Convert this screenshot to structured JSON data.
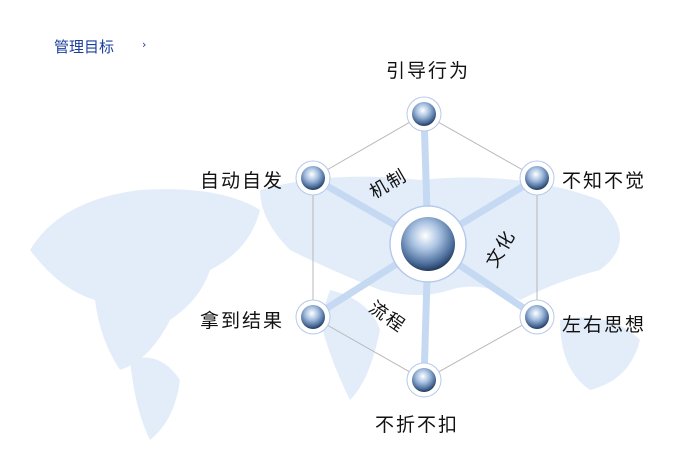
{
  "header": {
    "title": "管理目标",
    "arrow": "›"
  },
  "diagram": {
    "nodes": [
      {
        "id": "top",
        "label": "引导行为"
      },
      {
        "id": "upper-right",
        "label": "不知不觉"
      },
      {
        "id": "lower-right",
        "label": "左右思想"
      },
      {
        "id": "bottom",
        "label": "不折不扣"
      },
      {
        "id": "lower-left",
        "label": "拿到结果"
      },
      {
        "id": "upper-left",
        "label": "自动自发"
      }
    ],
    "spokes": [
      {
        "label": "机制"
      },
      {
        "label": "文化"
      },
      {
        "label": "流程"
      }
    ],
    "colors": {
      "accent": "#1a3f9a",
      "spoke": "#c6d9f3",
      "map": "#e3edf9"
    }
  }
}
